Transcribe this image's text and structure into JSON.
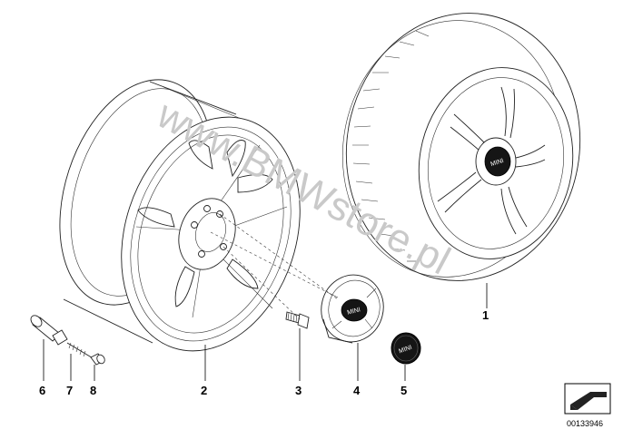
{
  "watermark": "www.BMWstore.pl",
  "diagram_id": "00133946",
  "hub_logo": "MINI",
  "callouts": [
    "1",
    "2",
    "3",
    "4",
    "5",
    "6",
    "7",
    "8"
  ],
  "colors": {
    "line": "#222222",
    "watermark": "#c9c9c9",
    "cap_dark": "#151515"
  },
  "icons": {
    "corner": "arrow-icon"
  }
}
